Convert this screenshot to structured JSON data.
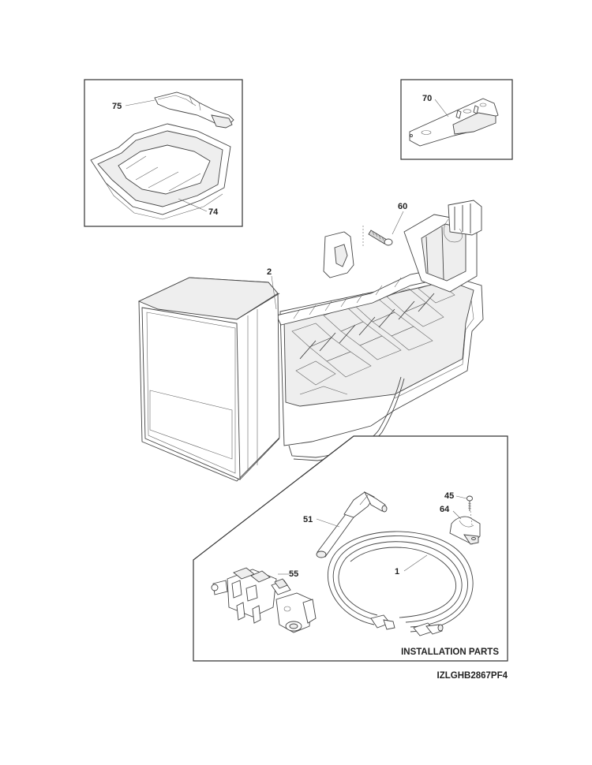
{
  "parts": {
    "p75": "75",
    "p74": "74",
    "p70": "70",
    "p60": "60",
    "p2": "2",
    "p45": "45",
    "p64": "64",
    "p51": "51",
    "p1": "1",
    "p55": "55"
  },
  "installation_caption": "INSTALLATION PARTS",
  "diagram_code": "IZLGHB2867PF4"
}
